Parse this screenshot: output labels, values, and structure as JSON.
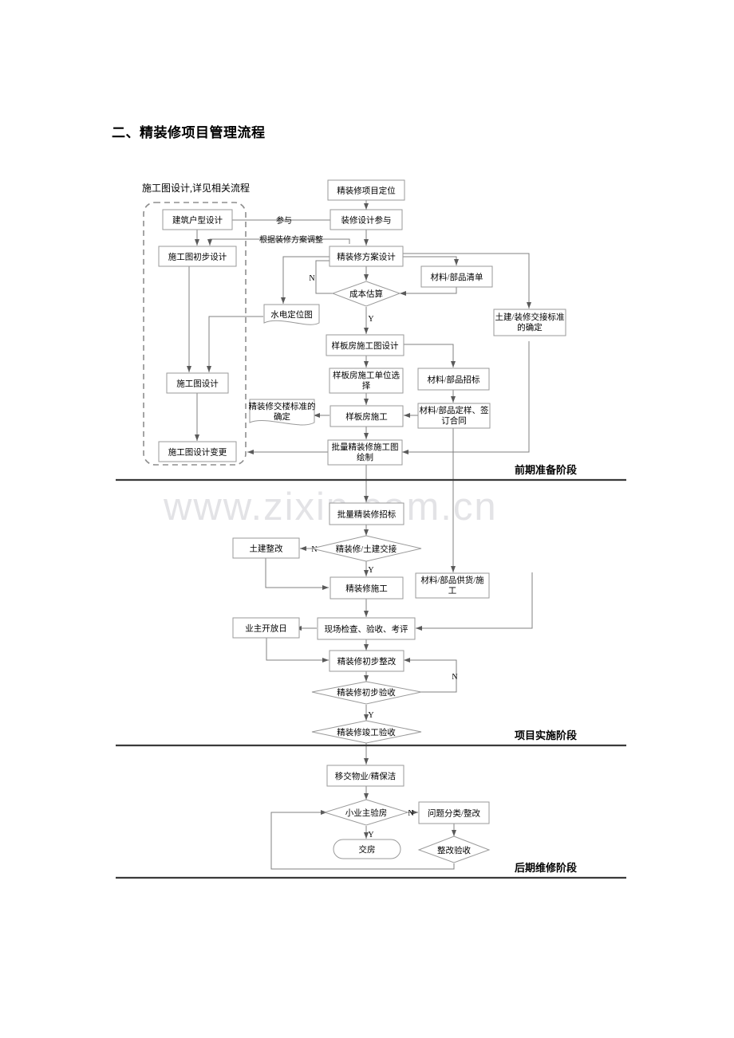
{
  "document": {
    "title": "二、精装修项目管理流程",
    "watermark": "www.zixin.com.cn"
  },
  "notes": {
    "dashed_group_caption": "施工图设计,详见相关流程"
  },
  "phases": [
    {
      "id": "phase-early",
      "label": "前期准备阶段"
    },
    {
      "id": "phase-impl",
      "label": "项目实施阶段"
    },
    {
      "id": "phase-late",
      "label": "后期维修阶段"
    }
  ],
  "edge_labels": {
    "participate": "参与",
    "adjust_by_plan": "根据装修方案调整",
    "cost_no": "N",
    "cost_yes": "Y",
    "handover_no": "N",
    "handover_yes": "Y",
    "prelim_accept_no": "N",
    "prelim_accept_yes": "Y",
    "owner_accept_no": "N",
    "owner_accept_yes": "Y"
  },
  "nodes": [
    {
      "id": "n-building-layout",
      "label": "建筑户型设计",
      "shape": "box"
    },
    {
      "id": "n-cad-prelim",
      "label": "施工图初步设计",
      "shape": "box"
    },
    {
      "id": "n-cad-design",
      "label": "施工图设计",
      "shape": "box"
    },
    {
      "id": "n-cad-change",
      "label": "施工图设计变更",
      "shape": "box"
    },
    {
      "id": "n-project-position",
      "label": "精装修项目定位",
      "shape": "box"
    },
    {
      "id": "n-design-participate",
      "label": "装修设计参与",
      "shape": "box"
    },
    {
      "id": "n-scheme-design",
      "label": "精装修方案设计",
      "shape": "box"
    },
    {
      "id": "n-material-list",
      "label": "材料/部品清单",
      "shape": "box"
    },
    {
      "id": "n-cost-estimate",
      "label": "成本估算",
      "shape": "diamond"
    },
    {
      "id": "n-mep-layout",
      "label": "水电定位图",
      "shape": "document"
    },
    {
      "id": "n-handover-standard",
      "label": "土建/装修交接标准\n的确定",
      "shape": "box"
    },
    {
      "id": "n-sample-cad",
      "label": "样板房施工图设计",
      "shape": "box"
    },
    {
      "id": "n-sample-contractor",
      "label": "样板房施工单位选\n择",
      "shape": "box"
    },
    {
      "id": "n-material-tender",
      "label": "材料/部品招标",
      "shape": "box"
    },
    {
      "id": "n-delivery-standard",
      "label": "精装修交楼标准的\n确定",
      "shape": "document"
    },
    {
      "id": "n-sample-build",
      "label": "样板房施工",
      "shape": "box"
    },
    {
      "id": "n-material-contract",
      "label": "材料/部品定样、签\n订合同",
      "shape": "box"
    },
    {
      "id": "n-batch-cad",
      "label": "批量精装修施工图\n绘制",
      "shape": "box"
    },
    {
      "id": "n-batch-tender",
      "label": "批量精装修招标",
      "shape": "box"
    },
    {
      "id": "n-civil-rectify",
      "label": "土建整改",
      "shape": "box"
    },
    {
      "id": "n-fitout-handover",
      "label": "精装修/土建交接",
      "shape": "diamond"
    },
    {
      "id": "n-fitout-construct",
      "label": "精装修施工",
      "shape": "box"
    },
    {
      "id": "n-material-supply",
      "label": "材料/部品供货/施\n工",
      "shape": "box"
    },
    {
      "id": "n-owner-openday",
      "label": "业主开放日",
      "shape": "box"
    },
    {
      "id": "n-site-inspect",
      "label": "现场检查、验收、考评",
      "shape": "box"
    },
    {
      "id": "n-prelim-rectify",
      "label": "精装修初步整改",
      "shape": "box"
    },
    {
      "id": "n-prelim-accept",
      "label": "精装修初步验收",
      "shape": "diamond"
    },
    {
      "id": "n-final-accept",
      "label": "精装修竣工验收",
      "shape": "diamond"
    },
    {
      "id": "n-handover-pm",
      "label": "移交物业/精保洁",
      "shape": "box"
    },
    {
      "id": "n-owner-inspect",
      "label": "小业主验房",
      "shape": "diamond"
    },
    {
      "id": "n-issue-classify",
      "label": "问题分类/整改",
      "shape": "box"
    },
    {
      "id": "n-deliver-house",
      "label": "交房",
      "shape": "stadium"
    },
    {
      "id": "n-rectify-accept",
      "label": "整改验收",
      "shape": "diamond"
    }
  ],
  "colors": {
    "node_stroke": "#9a9a9a",
    "connector": "#808080",
    "divider": "#3a3a3a",
    "text": "#000000",
    "watermark": "#e3e3e6"
  }
}
